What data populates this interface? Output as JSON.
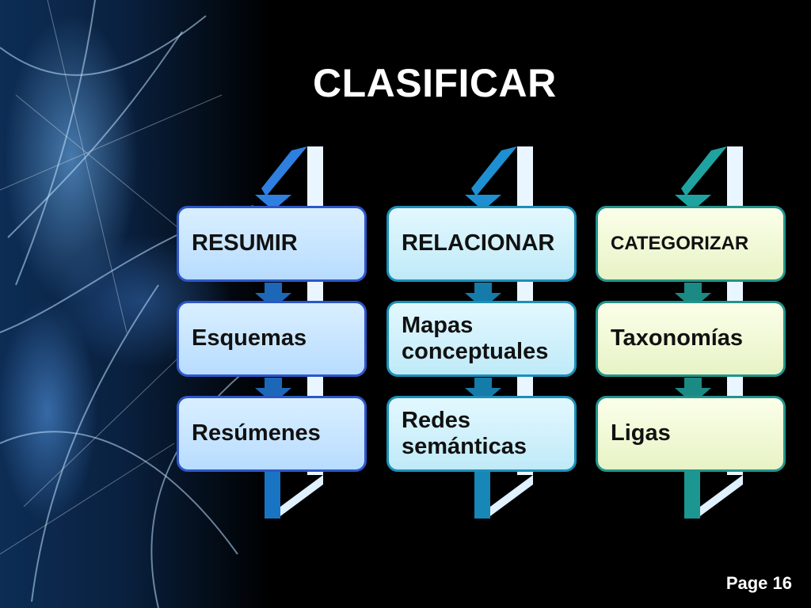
{
  "slide": {
    "title": "CLASIFICAR",
    "page_label": "Page 16"
  },
  "columns": [
    {
      "header": "RESUMIR",
      "items": [
        "Esquemas",
        "Resúmenes"
      ],
      "color": "#2d57c9"
    },
    {
      "header": "RELACIONAR",
      "items": [
        "Mapas conceptuales",
        "Redes semánticas"
      ],
      "color": "#1c8fb8"
    },
    {
      "header": "CATEGORIZAR",
      "items": [
        "Taxonomías",
        "Ligas"
      ],
      "color": "#23948c"
    }
  ]
}
